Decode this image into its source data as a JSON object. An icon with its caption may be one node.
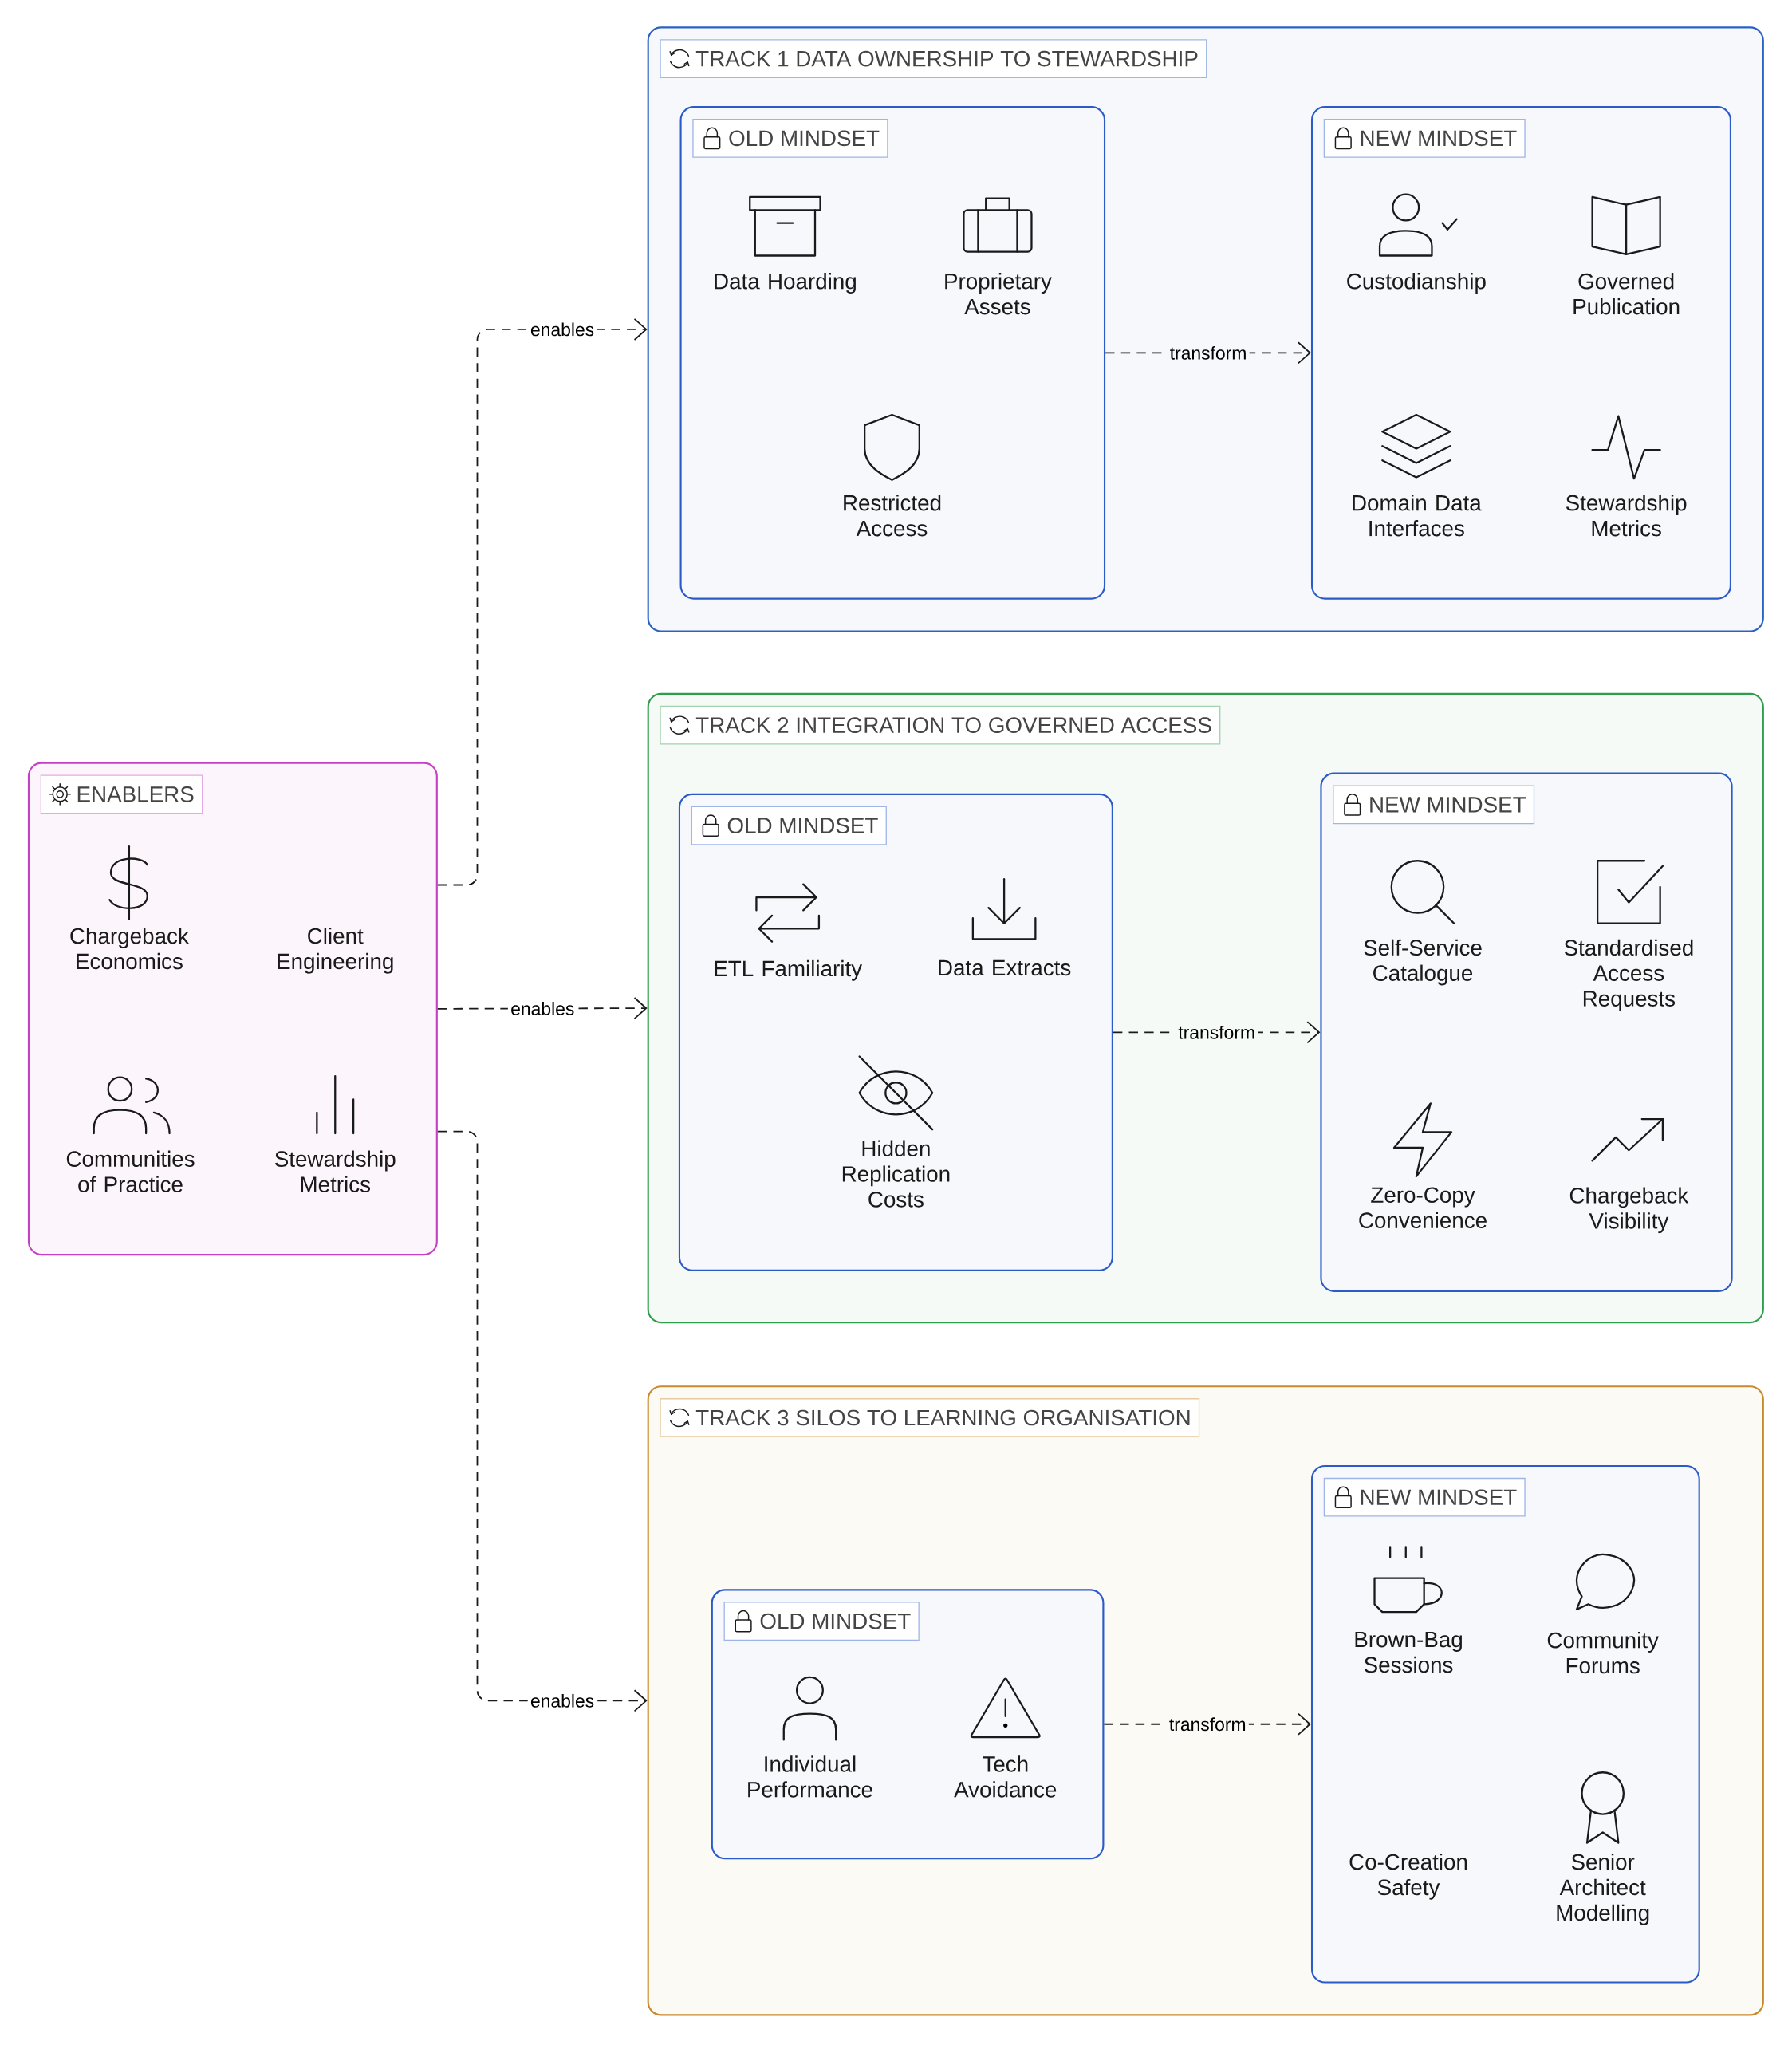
{
  "diagram": {
    "nodes": [
      {
        "text": [
          "ENABLERS"
        ]
      },
      {
        "text": [
          "TRACK 1 DATA OWNERSHIP TO STEWARDSHIP"
        ]
      },
      {
        "text": [
          "OLD MINDSET"
        ],
        "in": 1
      },
      {
        "text": [
          "NEW MINDSET"
        ],
        "in": 1
      },
      {
        "text": [
          "TRACK 2 INTEGRATION TO GOVERNED ACCESS"
        ]
      },
      {
        "text": [
          "OLD MINDSET"
        ],
        "in": 4
      },
      {
        "text": [
          "NEW MINDSET"
        ],
        "in": 4
      },
      {
        "text": [
          "TRACK 3 SILOS TO LEARNING ORGANISATION"
        ]
      },
      {
        "text": [
          "OLD MINDSET"
        ],
        "in": 7
      },
      {
        "text": [
          "NEW MINDSET"
        ],
        "in": 7
      }
    ],
    "edges": [
      {
        "from": 0,
        "to": 1,
        "arrow": "to",
        "label": "enables",
        "style": "dashed"
      },
      {
        "from": 0,
        "to": 4,
        "arrow": "to",
        "label": "enables",
        "style": "dashed"
      },
      {
        "from": 0,
        "to": 7,
        "arrow": "to",
        "label": "enables",
        "style": "dashed"
      },
      {
        "from": 2,
        "to": 3,
        "arrow": "to",
        "label": "transform",
        "style": "dashed"
      },
      {
        "from": 5,
        "to": 6,
        "arrow": "to",
        "label": "transform",
        "style": "dashed"
      },
      {
        "from": 8,
        "to": 9,
        "arrow": "to",
        "label": "transform",
        "style": "dashed"
      }
    ],
    "labels": [
      "Chargeback Economics",
      "Client Engineering",
      "Communities of Practice",
      "Stewardship Metrics",
      "Data Hoarding",
      "Proprietary Assets",
      "Restricted Access",
      "Custodianship",
      "Governed Publication",
      "Domain Data Interfaces",
      "Stewardship Metrics",
      "ETL Familiarity",
      "Data Extracts",
      "Hidden Replication Costs",
      "Self-Service Catalogue",
      "Standardised Access Requests",
      "Zero-Copy Convenience",
      "Chargeback Visibility",
      "Individual Performance",
      "Tech Avoidance",
      "Brown-Bag Sessions",
      "Community Forums",
      "Co-Creation Safety",
      "Senior Architect Modelling"
    ]
  }
}
